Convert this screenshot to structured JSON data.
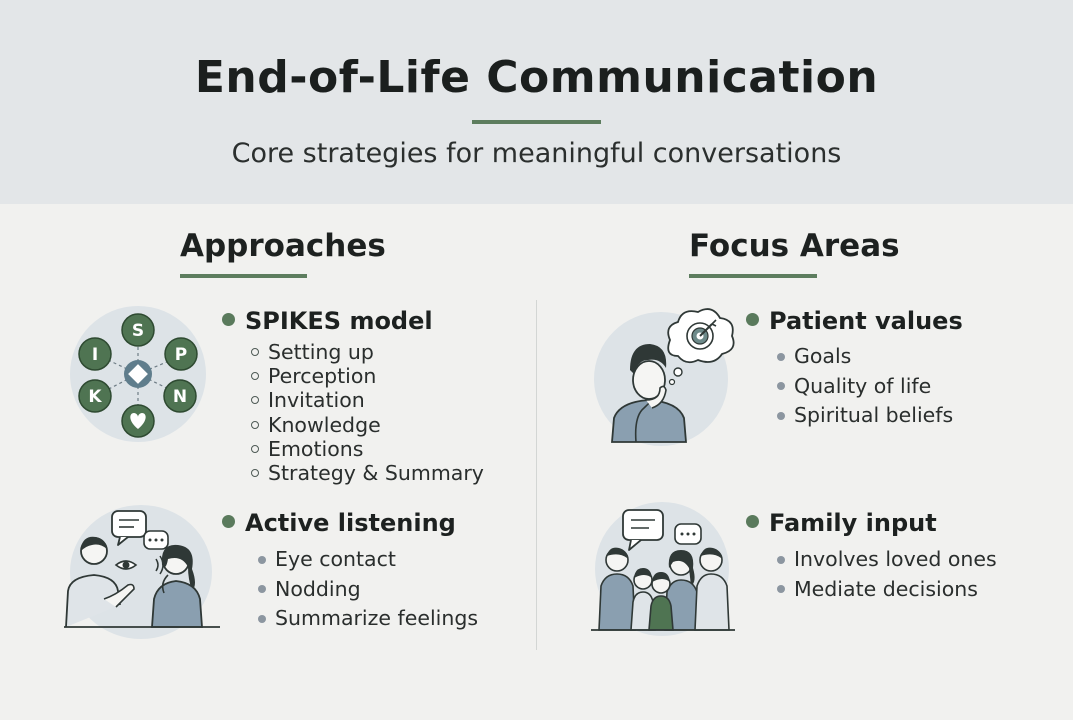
{
  "header": {
    "title": "End-of-Life Communication",
    "subtitle": "Core strategies for meaningful conversations"
  },
  "approaches": {
    "heading": "Approaches",
    "spikes": {
      "title": "SPIKES model",
      "letters": [
        "S",
        "P",
        "N",
        "K",
        "I"
      ],
      "items": [
        "Setting up",
        "Perception",
        "Invitation",
        "Knowledge",
        "Emotions",
        "Strategy & Summary"
      ]
    },
    "listening": {
      "title": "Active listening",
      "items": [
        "Eye contact",
        "Nodding",
        "Summarize feelings"
      ]
    }
  },
  "focus": {
    "heading": "Focus Areas",
    "values": {
      "title": "Patient values",
      "items": [
        "Goals",
        "Quality of life",
        "Spiritual beliefs"
      ]
    },
    "family": {
      "title": "Family input",
      "items": [
        "Involves loved ones",
        "Mediate decisions"
      ]
    }
  },
  "colors": {
    "accent_green": "#5d7d5e",
    "header_bg": "#e3e6e8",
    "page_bg": "#f1f1ef",
    "icon_circle_bg": "#dde3e7"
  }
}
